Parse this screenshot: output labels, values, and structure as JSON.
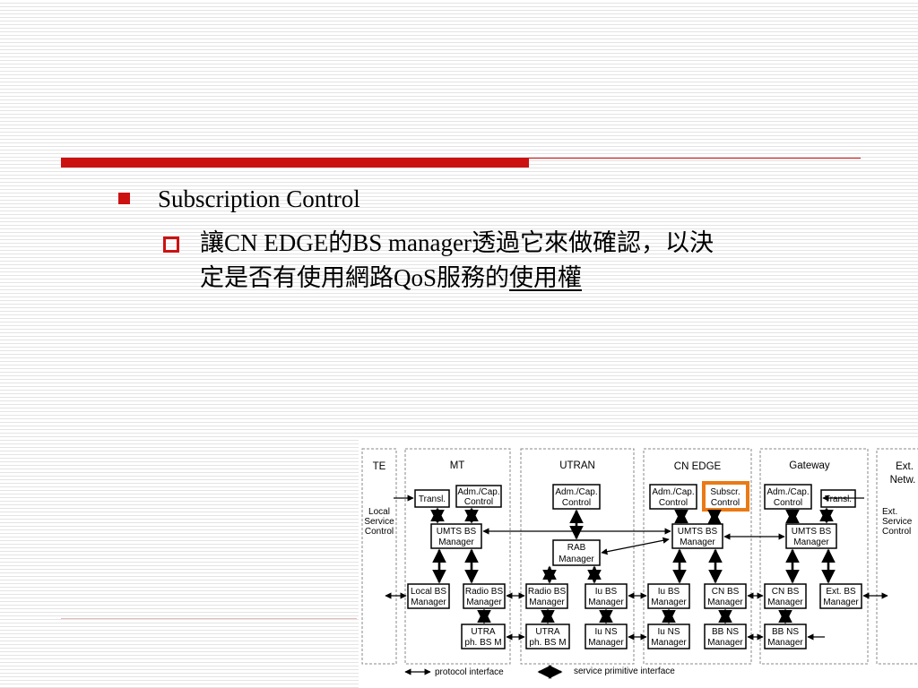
{
  "slide": {
    "bullet1": "Subscription Control",
    "sub_line1": "讓CN EDGE的BS manager透過它來做確認，以決",
    "sub_line2_plain": "定是否有使用網路QoS服務的",
    "sub_line2_underlined": "使用權"
  },
  "diagram": {
    "domains": {
      "te": "TE",
      "mt": "MT",
      "utran": "UTRAN",
      "cn_edge": "CN EDGE",
      "gateway": "Gateway",
      "ext_net_1": "Ext.",
      "ext_net_2": "Netw."
    },
    "te_side": {
      "line1": "Local",
      "line2": "Service",
      "line3": "Control"
    },
    "ext_side": {
      "line1": "Ext.",
      "line2": "Service",
      "line3": "Control"
    },
    "boxes": {
      "mt_transl": "Transl.",
      "mt_adm_1": "Adm./Cap.",
      "mt_adm_2": "Control",
      "mt_umts_1": "UMTS BS",
      "mt_umts_2": "Manager",
      "mt_local_1": "Local BS",
      "mt_local_2": "Manager",
      "mt_radio_1": "Radio BS",
      "mt_radio_2": "Manager",
      "mt_utra_1": "UTRA",
      "mt_utra_2": "ph. BS M",
      "ut_adm_1": "Adm./Cap.",
      "ut_adm_2": "Control",
      "ut_rab_1": "RAB",
      "ut_rab_2": "Manager",
      "ut_radio_1": "Radio BS",
      "ut_radio_2": "Manager",
      "ut_iu_1": "Iu BS",
      "ut_iu_2": "Manager",
      "ut_utra_1": "UTRA",
      "ut_utra_2": "ph. BS M",
      "ut_iuns_1": "Iu NS",
      "ut_iuns_2": "Manager",
      "cn_adm_1": "Adm./Cap.",
      "cn_adm_2": "Control",
      "cn_subscr_1": "Subscr.",
      "cn_subscr_2": "Control",
      "cn_umts_1": "UMTS BS",
      "cn_umts_2": "Manager",
      "cn_iubs_1": "Iu BS",
      "cn_iubs_2": "Manager",
      "cn_cnbs_1": "CN BS",
      "cn_cnbs_2": "Manager",
      "cn_iuns_1": "Iu NS",
      "cn_iuns_2": "Manager",
      "cn_bbns_1": "BB NS",
      "cn_bbns_2": "Manager",
      "gw_adm_1": "Adm./Cap.",
      "gw_adm_2": "Control",
      "gw_transl": "Transl.",
      "gw_umts_1": "UMTS BS",
      "gw_umts_2": "Manager",
      "gw_cnbs_1": "CN BS",
      "gw_cnbs_2": "Manager",
      "gw_extbs_1": "Ext. BS",
      "gw_extbs_2": "Manager",
      "gw_bbns_1": "BB NS",
      "gw_bbns_2": "Manager"
    },
    "legend": {
      "protocol": "protocol interface",
      "service_primitive": "service primitive interface"
    },
    "highlight_color": "#ea7a16"
  },
  "colors": {
    "accent_red": "#cc1111"
  }
}
